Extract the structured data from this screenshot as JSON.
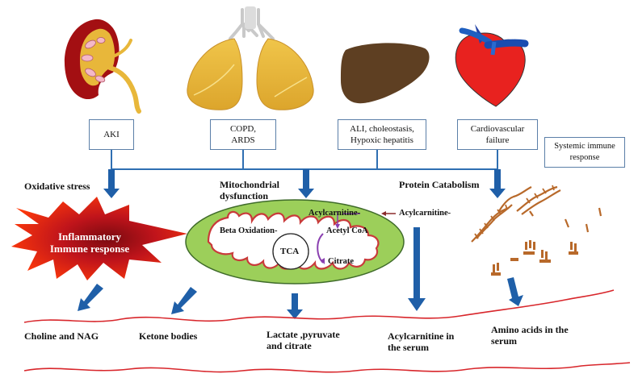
{
  "organ_boxes": {
    "kidney": "AKI",
    "lungs_line1": "COPD,",
    "lungs_line2": "ARDS",
    "liver_line1": "ALI, choleostasis,",
    "liver_line2": "Hypoxic hepatitis",
    "heart_line1": "Cardiovascular",
    "heart_line2": "failure",
    "systemic_line1": "Systemic immune",
    "systemic_line2": "response"
  },
  "mechanisms": {
    "oxidative": "Oxidative stress",
    "mito_line1": "Mitochondrial",
    "mito_line2": "dysfunction",
    "protein": "Protein Catabolism"
  },
  "inflammatory": {
    "line1": "Inflammatory",
    "line2": "Immune response"
  },
  "mitochondrion": {
    "acylcarnitine_inner": "Acylcarnitine-",
    "acylcarnitine_outer": "Acylcarnitine-",
    "beta_oxidation": "Beta Oxidation-",
    "acetyl_coa": "Acetyl CoA",
    "tca": "TCA",
    "citrate": "Citrate"
  },
  "outputs": {
    "choline": "Choline and NAG",
    "ketone": "Ketone bodies",
    "lactate_line1": "Lactate ,pyruvate",
    "lactate_line2": "and citrate",
    "acyl_line1": "Acylcarnitine in",
    "acyl_line2": "the serum",
    "amino_line1": "Amino acids in the",
    "amino_line2": "serum"
  },
  "colors": {
    "arrow_blue": "#1f5fa8",
    "connector_blue": "#2f6fb2",
    "serum_red": "#d8262b",
    "mito_green": "#9ccf5a",
    "mito_border": "#c93a3a",
    "kidney_red": "#a30f12",
    "lung_yellow": "#e8b73a",
    "liver_brown": "#5e3f22",
    "heart_red": "#e8221f",
    "protein_brown": "#b8692a"
  }
}
